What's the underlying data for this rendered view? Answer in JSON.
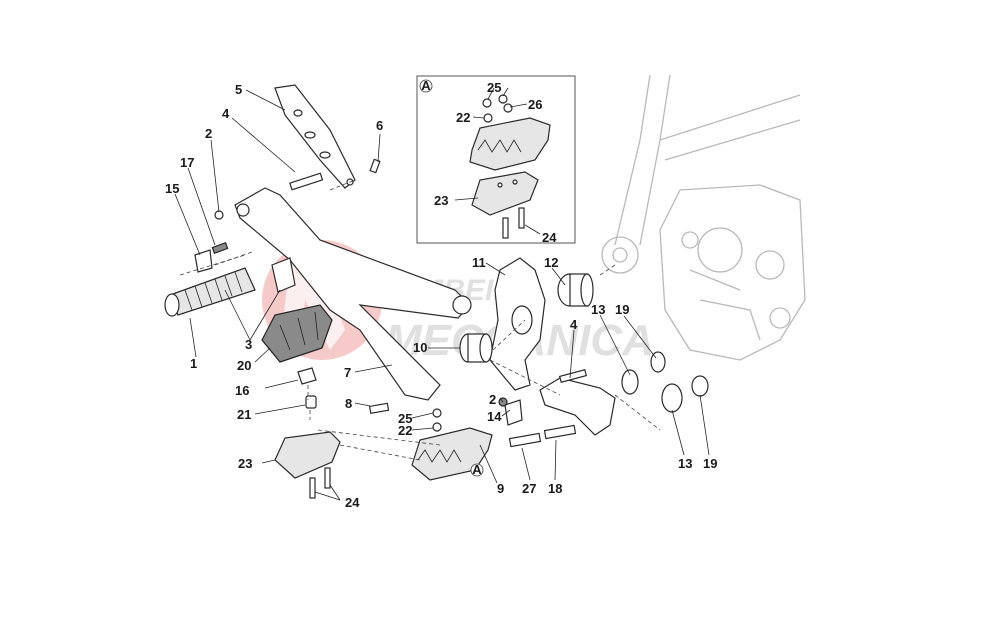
{
  "detail_box": {
    "marker": "A"
  },
  "callout_marker": "A",
  "watermark": {
    "line1": "REJBEIR",
    "line2": "MECCANICA",
    "color": "#e8484c"
  },
  "labels": {
    "l1": "1",
    "l2a": "2",
    "l2b": "2",
    "l3": "3",
    "l4a": "4",
    "l4b": "4",
    "l5": "5",
    "l6": "6",
    "l7": "7",
    "l8": "8",
    "l9": "9",
    "l10": "10",
    "l11": "11",
    "l12": "12",
    "l13a": "13",
    "l13b": "13",
    "l14": "14",
    "l15": "15",
    "l16": "16",
    "l17": "17",
    "l18": "18",
    "l19a": "19",
    "l19b": "19",
    "l20": "20",
    "l21": "21",
    "l22a": "22",
    "l22b": "22",
    "l23a": "23",
    "l23b": "23",
    "l24a": "24",
    "l24b": "24",
    "l25a": "25",
    "l25b": "25",
    "l26": "26",
    "l27": "27"
  }
}
